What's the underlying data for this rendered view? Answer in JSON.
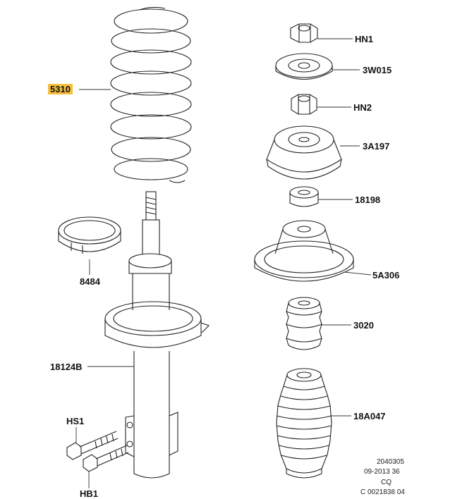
{
  "diagram": {
    "labels": {
      "coil_spring": "5310",
      "spring_seat_ring": "8484",
      "strut": "18124B",
      "bolt_hs1": "HS1",
      "bolt_hb1": "HB1",
      "nut_hn1": "HN1",
      "washer_3w015": "3W015",
      "nut_hn2": "HN2",
      "mount_3a197": "3A197",
      "bearing_18198": "18198",
      "upper_seat_5a306": "5A306",
      "bump_stop_3020": "3020",
      "dust_boot_18a047": "18A047"
    },
    "highlight_color": "#f5c040",
    "footer": [
      "2040305",
      "09-2013 36",
      "CQ",
      "C 0021838 04"
    ]
  }
}
